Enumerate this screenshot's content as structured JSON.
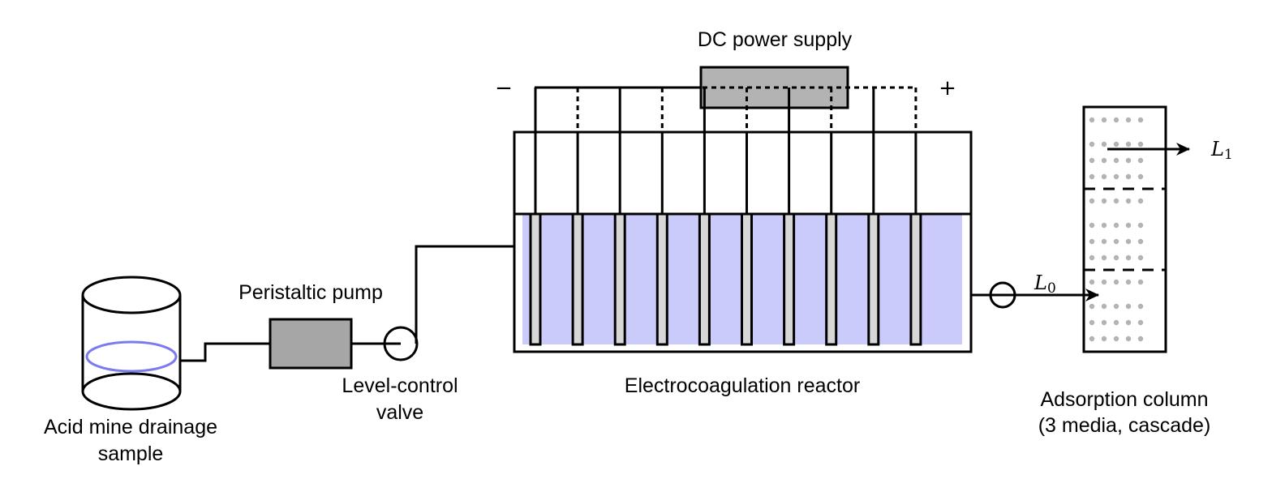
{
  "title": "Acid mine drainage electrocoagulation + adsorption treatment setup",
  "labels": {
    "sample_line1": "Acid mine drainage",
    "sample_line2": "sample",
    "pump": "Peristaltic pump",
    "valve_line1": "Level-control",
    "valve_line2": "valve",
    "power_supply": "DC power supply",
    "reactor": "Electrocoagulation reactor",
    "column_line1": "Adsorption column",
    "column_line2": "(3 media, cascade)",
    "minus_sign": "−",
    "plus_sign": "+",
    "L0_main": "L",
    "L0_sub": "0",
    "L1_main": "L",
    "L1_sub": "1"
  },
  "reactor": {
    "electrode_count": 10,
    "electrode_polarity": [
      "negative",
      "positive",
      "negative",
      "positive",
      "negative",
      "positive",
      "negative",
      "positive",
      "negative",
      "positive"
    ]
  },
  "column": {
    "media_layers": 3
  },
  "colors": {
    "line": "#000000",
    "water": "#cbcbfb",
    "electrode": "#d7d7d7",
    "pump": "#a6a6a6",
    "power_supply": "#b3b3b3",
    "sample_level": "#7b7bee",
    "media_dot": "#b3b3b3"
  }
}
